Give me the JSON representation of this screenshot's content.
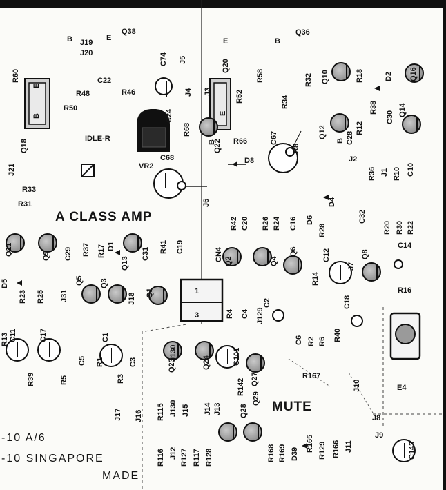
{
  "labels": {
    "b": "B",
    "e": "E",
    "q38": "Q38",
    "q36": "Q36",
    "j19": "J19",
    "j20": "J20",
    "r60": "R60",
    "q18": "Q18",
    "c22": "C22",
    "r48": "R48",
    "r46": "R46",
    "r50": "R50",
    "c74": "C74",
    "j5": "J5",
    "j4": "J4",
    "j3": "J3",
    "q20": "Q20",
    "r52": "R52",
    "r58": "R58",
    "r34": "R34",
    "r32": "R32",
    "q10": "Q10",
    "r18": "R18",
    "d2": "D2",
    "q16": "Q16",
    "r38": "R38",
    "c30": "C30",
    "q14": "Q14",
    "q12": "Q12",
    "c28": "C28",
    "r12": "R12",
    "c24": "C24",
    "r68": "R68",
    "q22": "Q22",
    "idle_r": "IDLE-R",
    "vr2": "VR2",
    "c68": "C68",
    "r66": "R66",
    "d8": "D8",
    "c67": "C67",
    "r8": "R8",
    "j2": "J2",
    "r36": "R36",
    "j1": "J1",
    "r10": "R10",
    "c10": "C10",
    "j21": "J21",
    "r33": "R33",
    "r31": "R31",
    "j6": "J6",
    "a_class_amp": "A CLASS AMP",
    "r42": "R42",
    "c20": "C20",
    "r26": "R26",
    "r24": "R24",
    "c16": "C16",
    "d6": "D6",
    "r28": "R28",
    "d4": "D4",
    "c32": "C32",
    "r20": "R20",
    "r30": "R30",
    "r22": "R22",
    "q11": "Q11",
    "q9": "Q9",
    "c29": "C29",
    "r37": "R37",
    "r17": "R17",
    "d1": "D1",
    "q13": "Q13",
    "c31": "C31",
    "r41": "R41",
    "c19": "C19",
    "cn4": "CN4",
    "q2": "Q2",
    "q4": "Q4",
    "q6": "Q6",
    "c12": "C12",
    "j7": "J7",
    "q8": "Q8",
    "c14": "C14",
    "r16": "R16",
    "r14": "R14",
    "d5": "D5",
    "r23": "R23",
    "r25": "R25",
    "j31": "J31",
    "q5": "Q5",
    "q3": "Q3",
    "j18": "J18",
    "q1": "Q1",
    "pin1": "1",
    "pin3": "3",
    "r4": "R4",
    "c4": "C4",
    "j129": "J129",
    "c2": "C2",
    "c18": "C18",
    "c6": "C6",
    "r2": "R2",
    "r6": "R6",
    "r40": "R40",
    "e4": "E4",
    "r13": "R13",
    "c11": "C11",
    "c17": "C17",
    "c5": "C5",
    "c1": "C1",
    "r1": "R1",
    "c3": "C3",
    "r39": "R39",
    "r5": "R5",
    "r3": "R3",
    "j130": "J130",
    "q23": "Q23",
    "q24": "Q24",
    "c101": "C101",
    "r142": "R142",
    "q27": "Q27",
    "r167": "R167",
    "j10": "J10",
    "mute": "MUTE",
    "j8": "J8",
    "j9": "J9",
    "c143": "C143",
    "j17": "J17",
    "j16": "J16",
    "r115": "R115",
    "j15": "J15",
    "j14": "J14",
    "j13": "J13",
    "q28": "Q28",
    "q29": "Q29",
    "r116": "R116",
    "j12": "J12",
    "r127": "R127",
    "r117": "R117",
    "r128": "R128",
    "r168": "R168",
    "r169": "R169",
    "d39": "D39",
    "r165": "R165",
    "r129": "R129",
    "r166": "R166",
    "j11": "J11",
    "model": "-10  A/6",
    "singapore": "-10  SINGAPORE",
    "made": "MADE"
  }
}
